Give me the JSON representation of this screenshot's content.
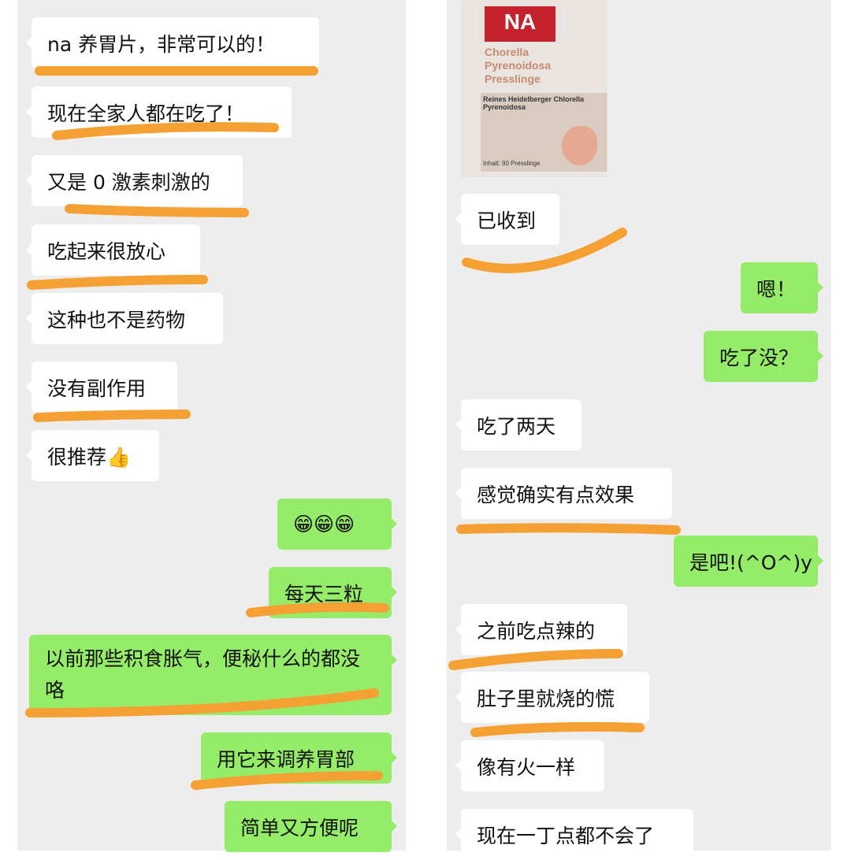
{
  "left_chat": [
    {
      "text": "na 养胃片，非常可以的！",
      "side": "received"
    },
    {
      "text": "现在全家人都在吃了！",
      "side": "received"
    },
    {
      "text": "又是 0 激素刺激的",
      "side": "received"
    },
    {
      "text": "吃起来很放心",
      "side": "received"
    },
    {
      "text": "这种也不是药物",
      "side": "received"
    },
    {
      "text": "没有副作用",
      "side": "received"
    },
    {
      "text": "很推荐👍",
      "side": "received"
    },
    {
      "text": "😁😁😁",
      "side": "sent"
    },
    {
      "text": "每天三粒",
      "side": "sent"
    },
    {
      "text": "以前那些积食胀气，便秘什么的都没咯",
      "side": "sent"
    },
    {
      "text": "用它来调养胃部",
      "side": "sent"
    },
    {
      "text": "简单又方便呢",
      "side": "sent"
    }
  ],
  "right_chat": {
    "product_image": {
      "logo": "NA",
      "title_lines": [
        "Chorella",
        "Pyrenoidosa",
        "Presslinge"
      ],
      "subtitle": "Reines Heidelberger Chlorella Pyrenoidosa",
      "contents": "Inhalt: 90 Presslinge"
    },
    "messages": [
      {
        "text": "已收到",
        "side": "received"
      },
      {
        "text": "嗯！",
        "side": "sent"
      },
      {
        "text": "吃了没？",
        "side": "sent"
      },
      {
        "text": "吃了两天",
        "side": "received"
      },
      {
        "text": "感觉确实有点效果",
        "side": "received"
      },
      {
        "text": "是吧!(^O^)y",
        "side": "sent"
      },
      {
        "text": "之前吃点辣的",
        "side": "received"
      },
      {
        "text": "肚子里就烧的慌",
        "side": "received"
      },
      {
        "text": "像有火一样",
        "side": "received"
      },
      {
        "text": "现在一丁点都不会了",
        "side": "received"
      }
    ]
  },
  "colors": {
    "received_bubble": "#ffffff",
    "sent_bubble": "#95ec69",
    "highlight": "#f5a033",
    "background": "#ededed"
  }
}
